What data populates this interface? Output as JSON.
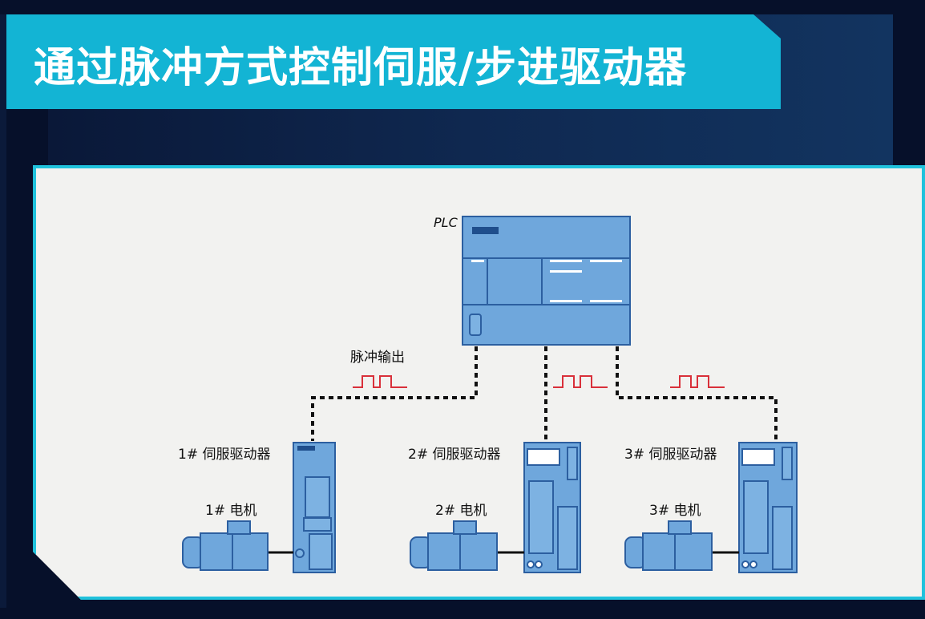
{
  "title": "通过脉冲方式控制伺服/步进驱动器",
  "plc_label": "PLC",
  "pulse_output_label": "脉冲输出",
  "drives": [
    {
      "drive_label": "1# 伺服驱动器",
      "motor_label": "1# 电机"
    },
    {
      "drive_label": "2# 伺服驱动器",
      "motor_label": "2# 电机"
    },
    {
      "drive_label": "3# 伺服驱动器",
      "motor_label": "3# 电机"
    }
  ],
  "colors": {
    "title_bar": "#13b4d4",
    "device_fill": "#6fa7dc",
    "device_stroke": "#2c5fa0",
    "pulse": "#d9303a",
    "frame_border": "#20c2dc"
  }
}
